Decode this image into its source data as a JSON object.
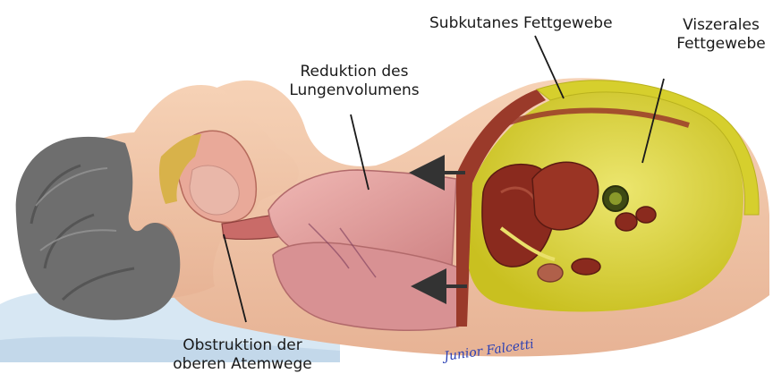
{
  "labels": {
    "subkutanes": "Subkutanes Fettgewebe",
    "viszerales_line1": "Viszerales",
    "viszerales_line2": "Fettgewebe",
    "reduktion_line1": "Reduktion des",
    "reduktion_line2": "Lungenvolumens",
    "obstruktion_line1": "Obstruktion der",
    "obstruktion_line2": "oberen Atemwege"
  },
  "signature": "Junior Falcetti",
  "colors": {
    "skin": "#f3c8a8",
    "skin_shadow": "#e2a989",
    "hair": "#6e6e6e",
    "hair_dark": "#4a4a4a",
    "fat": "#d6cf2d",
    "fat_light": "#e8e36a",
    "lung": "#e8a3a0",
    "lung_dark": "#c9787a",
    "muscle": "#9a3a2a",
    "organ": "#8a2a1e",
    "pillow": "#d7e7f3",
    "leader": "#1a1a1a",
    "arrow": "#333333"
  }
}
